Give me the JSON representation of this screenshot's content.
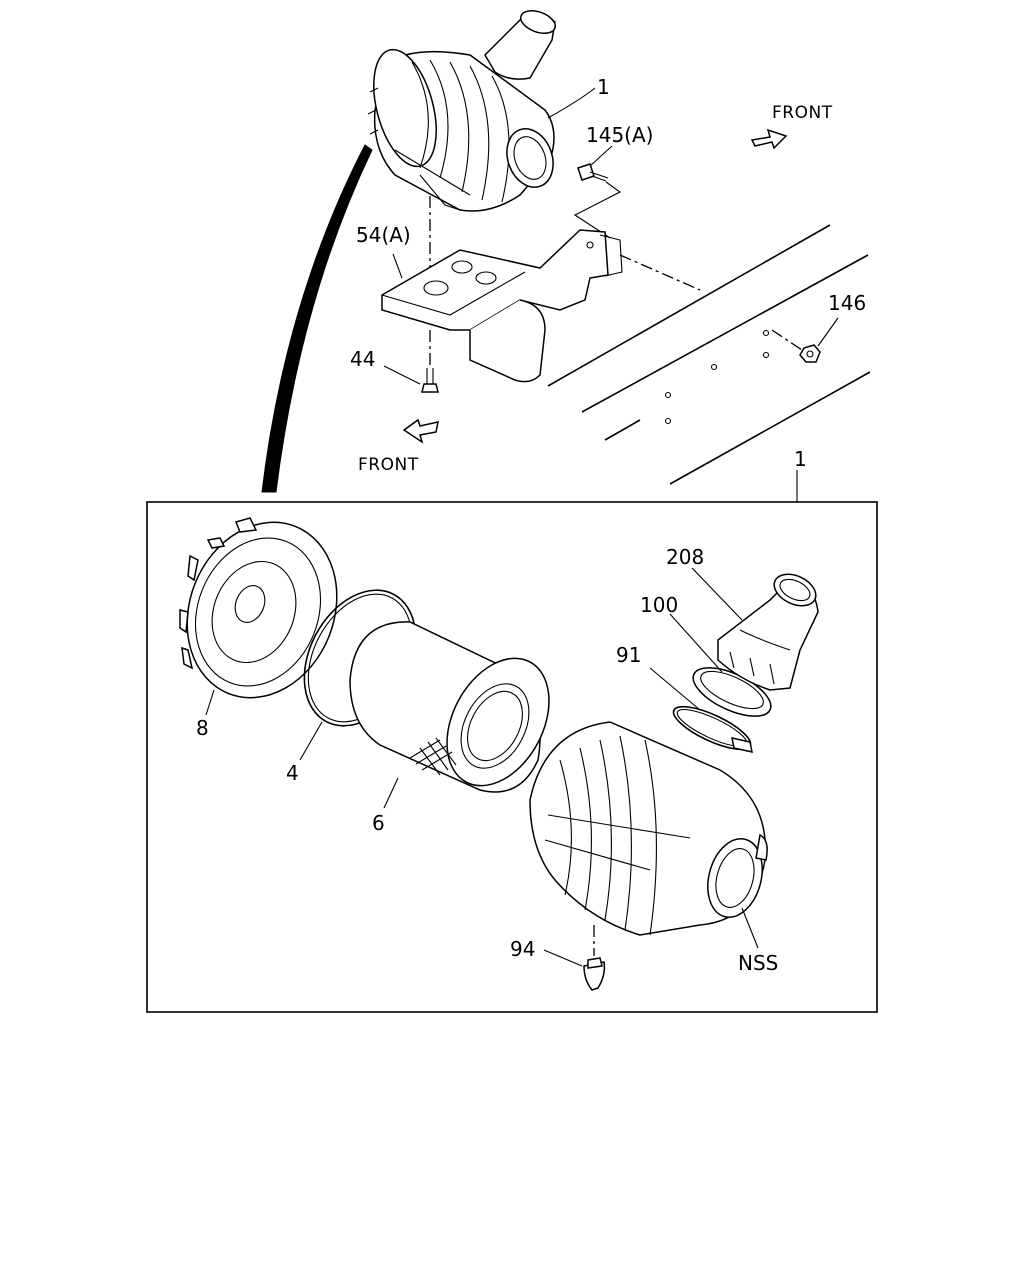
{
  "labels": {
    "assembly_top": "1",
    "bolt": "145(A)",
    "front_top": "FRONT",
    "bracket": "54(A)",
    "nut": "146",
    "screw": "44",
    "front_bottom": "FRONT",
    "assembly_box": "1",
    "cover": "8",
    "seal_ring": "4",
    "element": "6",
    "hose": "208",
    "ring": "100",
    "clamp": "91",
    "valve": "94",
    "housing": "NSS"
  },
  "icons": {
    "front_arrow": "arrow-right-icon",
    "front_arrow_bottom": "arrow-left-icon"
  },
  "colors": {
    "line": "#000000",
    "background": "#ffffff"
  }
}
